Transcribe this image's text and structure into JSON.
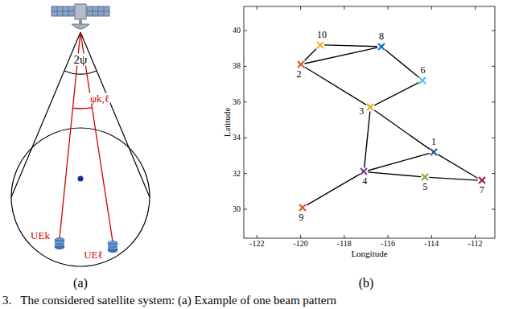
{
  "diagram": {
    "caption": "3.   The considered satellite system: (a) Example of one beam pattern",
    "nodes": [
      {
        "text": [
          "1"
        ]
      },
      {
        "text": [
          "2"
        ]
      },
      {
        "text": [
          "3"
        ]
      },
      {
        "text": [
          "4"
        ]
      },
      {
        "text": [
          "5"
        ]
      },
      {
        "text": [
          "6"
        ]
      },
      {
        "text": [
          "7"
        ]
      },
      {
        "text": [
          "8"
        ]
      },
      {
        "text": [
          "9"
        ]
      },
      {
        "text": [
          "10"
        ]
      }
    ],
    "edges": [
      {
        "from": 9,
        "to": 7,
        "arrow": "none"
      },
      {
        "from": 9,
        "to": 1,
        "arrow": "none"
      },
      {
        "from": 1,
        "to": 7,
        "arrow": "none"
      },
      {
        "from": 1,
        "to": 2,
        "arrow": "none"
      },
      {
        "from": 7,
        "to": 5,
        "arrow": "none"
      },
      {
        "from": 5,
        "to": 2,
        "arrow": "none"
      },
      {
        "from": 2,
        "to": 3,
        "arrow": "none"
      },
      {
        "from": 2,
        "to": 0,
        "arrow": "none"
      },
      {
        "from": 0,
        "to": 3,
        "arrow": "none"
      },
      {
        "from": 0,
        "to": 6,
        "arrow": "none"
      },
      {
        "from": 3,
        "to": 4,
        "arrow": "none"
      },
      {
        "from": 4,
        "to": 6,
        "arrow": "none"
      },
      {
        "from": 3,
        "to": 8,
        "arrow": "none"
      }
    ],
    "labels": [
      "2ψ",
      "ψk,ℓ",
      "UEk",
      "UEℓ",
      "(a)",
      "(b)",
      "Latitude",
      "Longitude",
      "30",
      "32",
      "34",
      "36",
      "38",
      "40",
      "-122",
      "-120",
      "-118",
      "-116",
      "-114",
      "-112"
    ]
  }
}
